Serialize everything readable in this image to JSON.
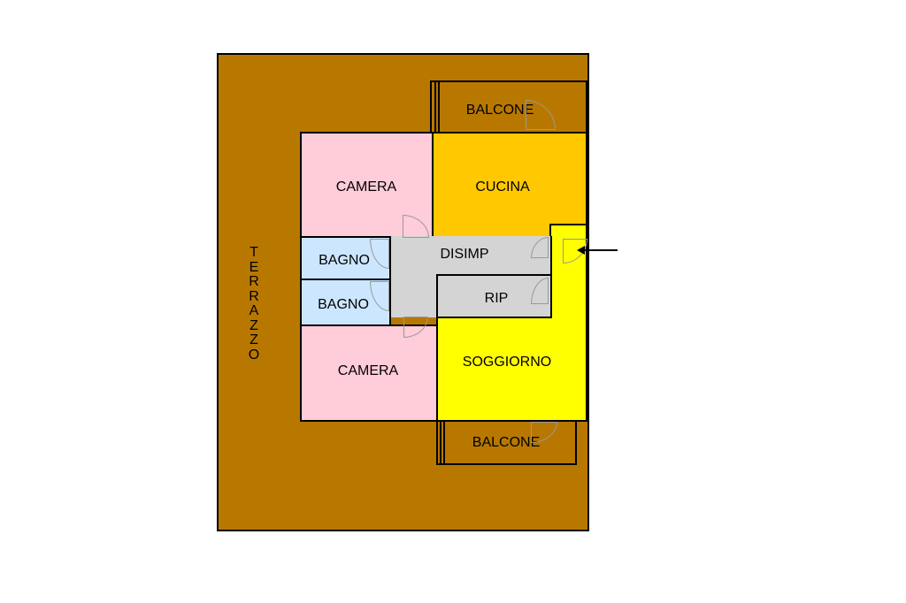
{
  "plan": {
    "rooms": {
      "terrazzo": "TERRAZZO",
      "balcone_top": "BALCONE",
      "camera_top": "CAMERA",
      "cucina": "CUCINA",
      "bagno_1": "BAGNO",
      "bagno_2": "BAGNO",
      "disimp": "DISIMP",
      "rip": "RIP",
      "camera_bottom": "CAMERA",
      "soggiorno": "SOGGIORNO",
      "balcone_bottom": "BALCONE"
    },
    "colors": {
      "terrazzo": "#b87800",
      "camera": "#ffccd9",
      "cucina": "#ffc800",
      "bagno": "#cce6ff",
      "disimp": "#d4d4d4",
      "soggiorno": "#ffff00"
    }
  }
}
